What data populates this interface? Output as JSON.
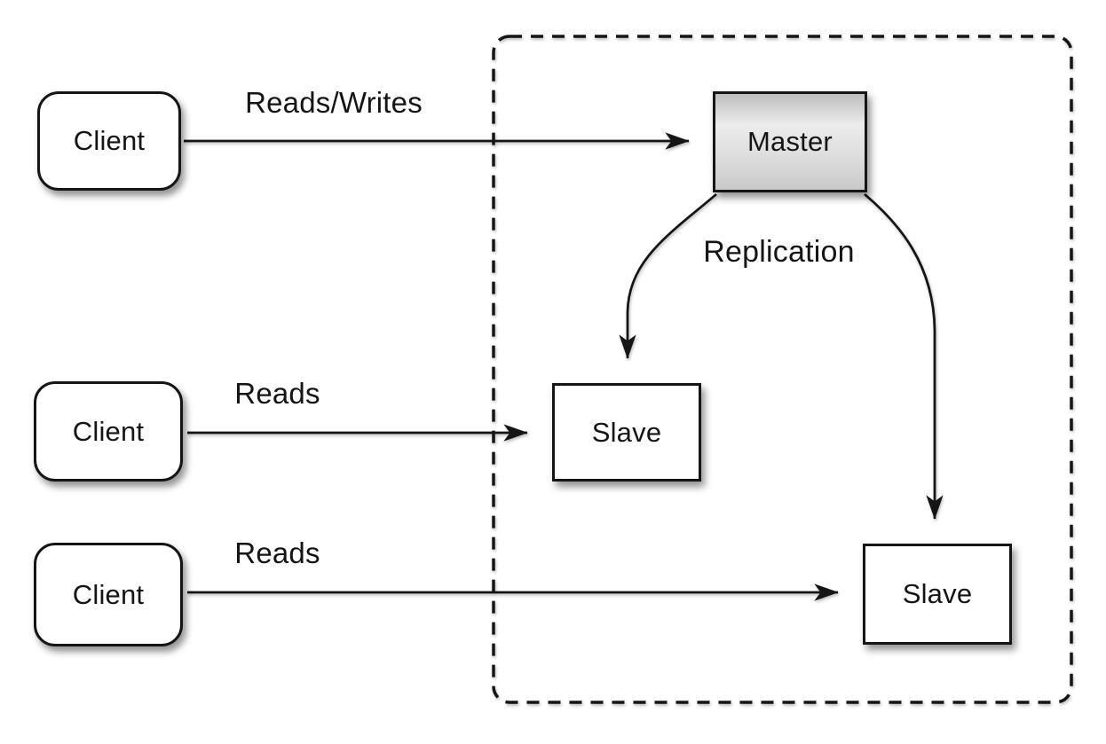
{
  "diagram": {
    "kind": "master-slave-replication",
    "nodes": {
      "client1": {
        "label": "Client",
        "shape": "rounded-rect"
      },
      "client2": {
        "label": "Client",
        "shape": "rounded-rect"
      },
      "client3": {
        "label": "Client",
        "shape": "rounded-rect"
      },
      "master": {
        "label": "Master",
        "shape": "rect",
        "fill": "gray-gradient"
      },
      "slave1": {
        "label": "Slave",
        "shape": "rect"
      },
      "slave2": {
        "label": "Slave",
        "shape": "rect"
      }
    },
    "edges": {
      "reads_writes": {
        "from": "client1",
        "to": "master",
        "label": "Reads/Writes"
      },
      "reads_top": {
        "from": "client2",
        "to": "slave1",
        "label": "Reads"
      },
      "reads_bottom": {
        "from": "client3",
        "to": "slave2",
        "label": "Reads"
      },
      "replication_left": {
        "from": "master",
        "to": "slave1",
        "label": "Replication"
      },
      "replication_right": {
        "from": "master",
        "to": "slave2",
        "label": ""
      }
    },
    "group_outline": {
      "style": "dashed",
      "contains": [
        "master",
        "slave1",
        "slave2"
      ]
    },
    "colors": {
      "background": "#ffffff",
      "stroke": "#151515",
      "text": "#151515",
      "node_fill": "#ffffff",
      "master_gradient_top": "#bdbdbd",
      "master_gradient_mid": "#ececec",
      "master_gradient_bottom": "#c9c9c9"
    }
  }
}
